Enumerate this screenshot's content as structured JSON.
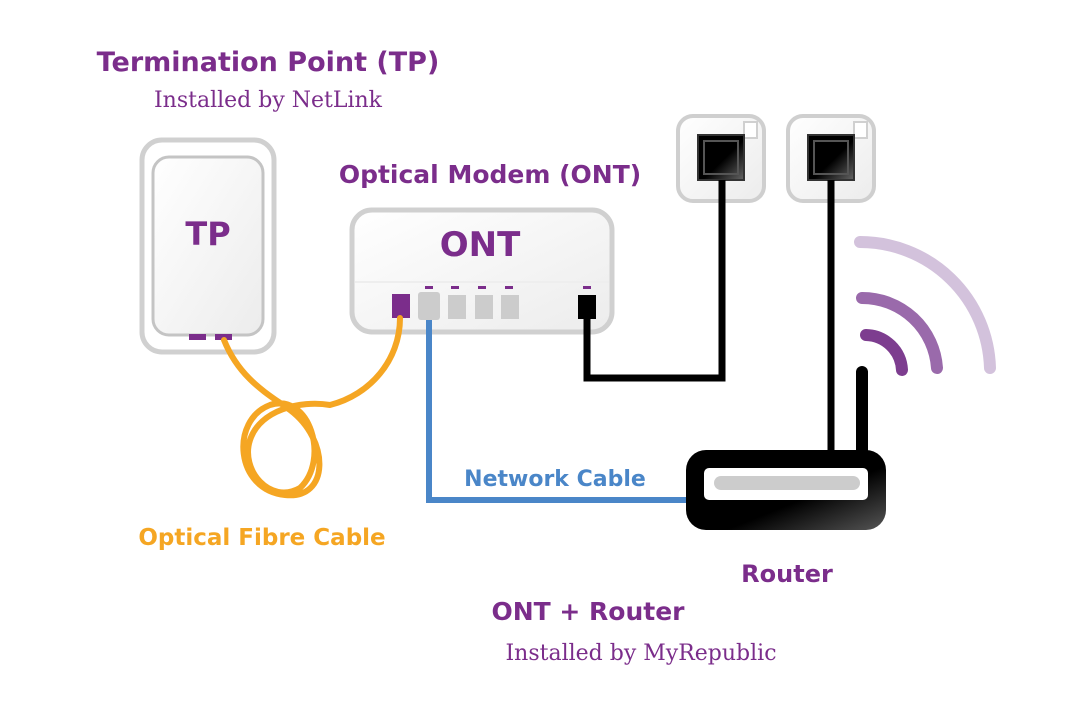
{
  "colors": {
    "purple": "#7b2d8b",
    "orange": "#f5a623",
    "blue": "#4a86c8",
    "black": "#111111",
    "gray": "#c8c8c8",
    "wifi_light": "#d3c2dc",
    "wifi_mid": "#9a6aab",
    "wifi_dark": "#7d3d8f"
  },
  "labels": {
    "tp_title": "Termination Point (TP)",
    "tp_subtitle": "Installed by NetLink",
    "tp_device": "TP",
    "ont_title": "Optical Modem (ONT)",
    "ont_device": "ONT",
    "network_cable": "Network Cable",
    "fibre_cable": "Optical Fibre Cable",
    "router": "Router",
    "ont_router_title": "ONT + Router",
    "ont_router_subtitle": "Installed by MyRepublic"
  },
  "icons": {
    "tp": "termination-point-icon",
    "ont": "optical-modem-icon",
    "router": "router-icon",
    "wall_socket": "wall-socket-icon",
    "wifi": "wifi-signal-icon"
  }
}
